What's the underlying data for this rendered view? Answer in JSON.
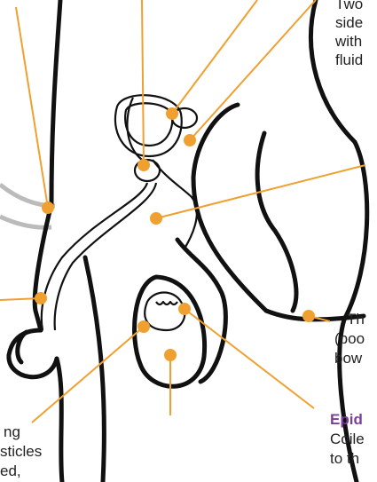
{
  "colors": {
    "outline": "#111111",
    "leader": "#f0a030",
    "accent": "#7b3f98",
    "text": "#222222",
    "pelvis": "#bbbbbb"
  },
  "labels": {
    "seminal_vesicles": {
      "lines": [
        "Two",
        "side",
        "with",
        "fluid"
      ]
    },
    "rectum": {
      "lines": [
        "Th",
        "(poo",
        "bow"
      ]
    },
    "epididymis": {
      "heading": "Epid",
      "lines": [
        "Coile",
        "to th"
      ]
    },
    "scrotum_left": {
      "lines": [
        "ng",
        "sticles",
        "ed,"
      ]
    }
  }
}
